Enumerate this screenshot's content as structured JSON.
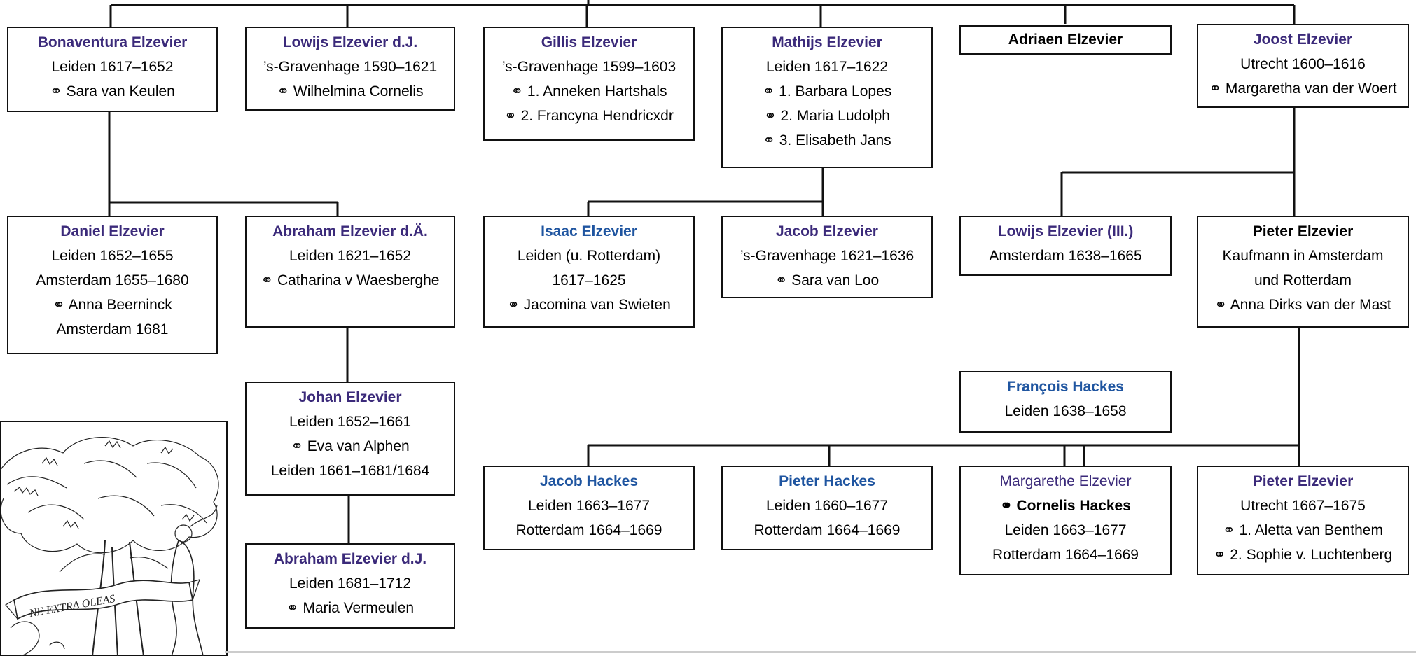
{
  "people": [
    {
      "id": "bonaventura",
      "name": "Bonaventura Elzevier",
      "lines": [
        "Leiden 1617–1652",
        "⚭ Sara van Keulen"
      ]
    },
    {
      "id": "lowijs-dj",
      "name": "Lowijs Elzevier d.J.",
      "lines": [
        "’s-Gravenhage 1590–1621",
        "⚭ Wilhelmina Cornelis"
      ]
    },
    {
      "id": "gillis",
      "name": "Gillis Elzevier",
      "lines": [
        "’s-Gravenhage 1599–1603",
        "⚭ 1. Anneken Hartshals",
        "⚭ 2. Francyna Hendricxdr"
      ]
    },
    {
      "id": "mathijs",
      "name": "Mathijs Elzevier",
      "lines": [
        "Leiden 1617–1622",
        "⚭ 1. Barbara Lopes",
        "⚭ 2. Maria Ludolph",
        "⚭ 3. Elisabeth Jans"
      ]
    },
    {
      "id": "adriaen",
      "name": "Adriaen Elzevier",
      "lines": []
    },
    {
      "id": "joost",
      "name": "Joost Elzevier",
      "lines": [
        "Utrecht 1600–1616",
        "⚭ Margaretha van der Woert"
      ]
    },
    {
      "id": "daniel",
      "name": "Daniel Elzevier",
      "lines": [
        "Leiden 1652–1655",
        "Amsterdam 1655–1680",
        "⚭ Anna Beerninck",
        "Amsterdam 1681"
      ]
    },
    {
      "id": "abraham-da",
      "name": "Abraham Elzevier d.Ä.",
      "lines": [
        "Leiden 1621–1652",
        "⚭ Catharina v Waesberghe"
      ]
    },
    {
      "id": "isaac",
      "name": "Isaac Elzevier",
      "lines": [
        "Leiden (u. Rotterdam)",
        "1617–1625",
        "⚭ Jacomina van Swieten"
      ]
    },
    {
      "id": "jacob-e",
      "name": "Jacob Elzevier",
      "lines": [
        "’s-Gravenhage 1621–1636",
        "⚭ Sara van Loo"
      ]
    },
    {
      "id": "lowijs-iii",
      "name": "Lowijs Elzevier (III.)",
      "lines": [
        "Amsterdam 1638–1665"
      ]
    },
    {
      "id": "pieter-e1",
      "name": "Pieter Elzevier",
      "lines": [
        "Kaufmann in Amsterdam",
        "und Rotterdam",
        "⚭ Anna Dirks van der Mast"
      ]
    },
    {
      "id": "johan",
      "name": "Johan Elzevier",
      "lines": [
        "Leiden 1652–1661",
        "⚭ Eva van Alphen",
        "Leiden 1661–1681/1684"
      ]
    },
    {
      "id": "francois",
      "name": "François Hackes",
      "lines": [
        "Leiden 1638–1658"
      ]
    },
    {
      "id": "jacob-h",
      "name": "Jacob Hackes",
      "lines": [
        "Leiden 1663–1677",
        "Rotterdam 1664–1669"
      ]
    },
    {
      "id": "pieter-h",
      "name": "Pieter Hackes",
      "lines": [
        "Leiden 1660–1677",
        "Rotterdam 1664–1669"
      ]
    },
    {
      "id": "margarethe",
      "name": "Margarethe Elzevier",
      "lines": [
        "⚭ Cornelis Hackes",
        "Leiden 1663–1677",
        "Rotterdam 1664–1669"
      ]
    },
    {
      "id": "pieter-e2",
      "name": "Pieter Elzevier",
      "lines": [
        "Utrecht 1667–1675",
        "⚭ 1. Aletta van Benthem",
        "⚭ 2. Sophie v. Luchtenberg"
      ]
    },
    {
      "id": "abraham-dj",
      "name": "Abraham Elzevier d.J.",
      "lines": [
        "Leiden 1681–1712",
        "⚭ Maria Vermeulen"
      ]
    }
  ],
  "emblem": {
    "motto": "NE EXTRA OLEAS"
  },
  "colors": {
    "purple": "#3b2a7a",
    "blue": "#1f55a0",
    "border": "#111111"
  }
}
